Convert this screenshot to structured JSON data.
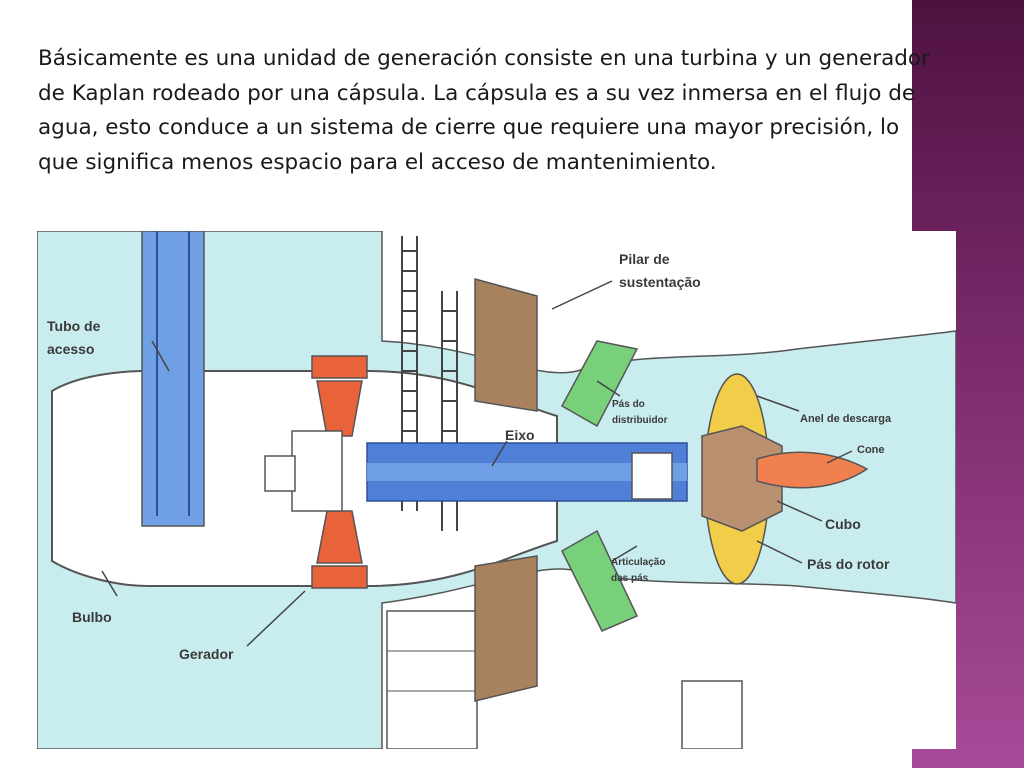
{
  "slide": {
    "paragraph": "Básicamente es una unidad de generación consiste en una turbina y un generador de Kaplan rodeado por una cápsula. La cápsula es a su vez inmersa en el flujo de agua, esto conduce a un sistema de cierre que requiere una mayor precisión, lo que significa menos espacio para el acceso de mantenimiento."
  },
  "diagram": {
    "labels": {
      "tubo_acesso_1": "Tubo de",
      "tubo_acesso_2": "acesso",
      "pilar_1": "Pilar de",
      "pilar_2": "sustentação",
      "pas_distribuidor_1": "Pás do",
      "pas_distribuidor_2": "distribuidor",
      "anel": "Anel de descarga",
      "cone": "Cone",
      "eixo": "Eixo",
      "cubo": "Cubo",
      "articulacao_1": "Articulação",
      "articulacao_2": "das pás",
      "pas_rotor": "Pás do rotor",
      "bulbo": "Bulbo",
      "gerador": "Gerador"
    },
    "colors": {
      "water": "#c9ecee",
      "access_tube": "#6fa0e6",
      "shaft": "#4f7fd6",
      "generator": "#e8633a",
      "pillar": "#a8825e",
      "guide_vanes": "#79d07a",
      "runner": "#f2cd4a",
      "cone": "#f08050",
      "hub": "#b99070"
    }
  }
}
